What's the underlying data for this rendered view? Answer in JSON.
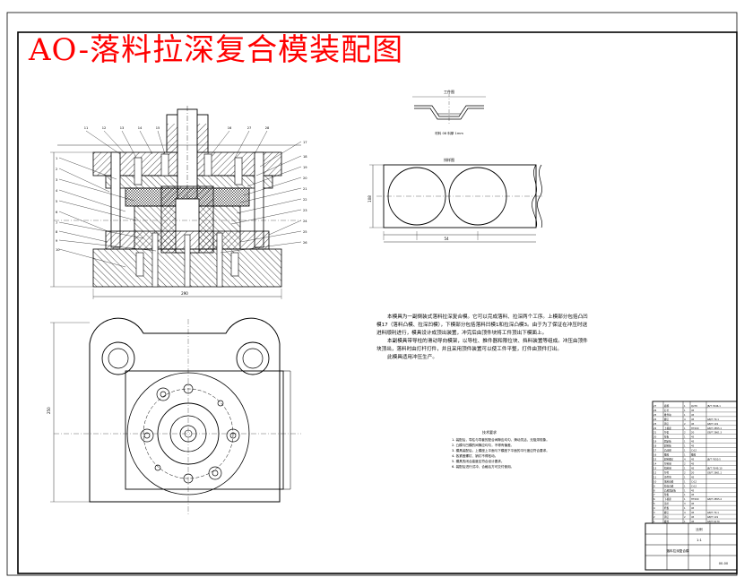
{
  "drawing": {
    "title": "AO-落料拉深复合模装配图"
  },
  "description": {
    "paragraphs": [
      "本模具为一副倒装式落料拉深复合模。它可以完成落料、拉深两个工序。上模部分包括凸凹模17（落料凸模、拉深凹模），下模部分包括落料凹模1和拉深凸模3。由于为了保证在冲压时送进料顺利进行，模具设计成顶出装置，冲完后由顶件块将工件顶出下模面上。",
      "本副模具带导柱的滑动导向模架，以导柱、推件器和限位块、挡料装置等组成。冲压由顶件块顶出，落料时由打杆打件，并且采用顶件装置可以使工件平整，打件由顶件打出。",
      "此模具适用冲压生产。"
    ]
  },
  "tech_requirements": {
    "title": "技术要求",
    "items": [
      "1. 装配后，导柱与导套的配合间隙应均匀，滑动灵活，无阻滞现象。",
      "2. 凸模与凹模的间隙应均匀，不得有偏差。",
      "3. 模具装配后，上模座上平面与下模座下平面的平行度应符合要求。",
      "4. 各紧固螺钉、销钉不得松动。",
      "5. 模具的闭合高度应符合设计要求。",
      "6. 装配后进行试冲，合格后方可交付使用。"
    ]
  },
  "views": {
    "part_label": "工件图",
    "part_caption": "材料 08  料厚 1mm",
    "layout_label": "排样图",
    "width_dim": "108",
    "pitch_dim": "54",
    "base_dim": "290",
    "plan_dim": "250",
    "part_numbers_left": [
      "1",
      "2",
      "3",
      "4",
      "5",
      "6",
      "7",
      "8",
      "9",
      "10"
    ],
    "part_numbers_right": [
      "17",
      "18",
      "19",
      "20",
      "21",
      "22",
      "23",
      "24",
      "25",
      "26"
    ],
    "part_numbers_top": [
      "11",
      "12",
      "13",
      "14",
      "15",
      "16",
      "27",
      "28"
    ]
  },
  "title_block": {
    "main_label": "落料拉深复合模",
    "drawing_no": "00-00",
    "scale_label": "比例",
    "scale_value": "1:1"
  },
  "bom": {
    "rows": [
      {
        "no": "27",
        "name": "模柄",
        "qty": "1",
        "mat": "Q235",
        "remark": "JB/T 7646.1"
      },
      {
        "no": "26",
        "name": "打杆",
        "qty": "1",
        "mat": "45",
        "remark": ""
      },
      {
        "no": "25",
        "name": "推件块",
        "qty": "1",
        "mat": "45",
        "remark": ""
      },
      {
        "no": "24",
        "name": "螺钉",
        "qty": "4",
        "mat": "45",
        "remark": "GB/T 70.1"
      },
      {
        "no": "23",
        "name": "销钉",
        "qty": "2",
        "mat": "45",
        "remark": "GB/T 119"
      },
      {
        "no": "22",
        "name": "上模座",
        "qty": "1",
        "mat": "HT200",
        "remark": "GB/T 2855.1"
      },
      {
        "no": "21",
        "name": "导套",
        "qty": "2",
        "mat": "20",
        "remark": "GB/T 2861.3"
      },
      {
        "no": "20",
        "name": "垫板",
        "qty": "1",
        "mat": "45",
        "remark": ""
      },
      {
        "no": "19",
        "name": "固定板",
        "qty": "1",
        "mat": "45",
        "remark": ""
      },
      {
        "no": "18",
        "name": "卸料板",
        "qty": "1",
        "mat": "45",
        "remark": ""
      },
      {
        "no": "17",
        "name": "凸凹模",
        "qty": "1",
        "mat": "Cr12",
        "remark": ""
      },
      {
        "no": "16",
        "name": "橡胶",
        "qty": "1",
        "mat": "橡胶",
        "remark": ""
      },
      {
        "no": "15",
        "name": "卸料螺钉",
        "qty": "4",
        "mat": "45",
        "remark": "JB/T 7650.5"
      },
      {
        "no": "14",
        "name": "导料销",
        "qty": "2",
        "mat": "45",
        "remark": ""
      },
      {
        "no": "13",
        "name": "挡料销",
        "qty": "1",
        "mat": "45",
        "remark": "JB/T 7649.10"
      },
      {
        "no": "12",
        "name": "导柱",
        "qty": "2",
        "mat": "20",
        "remark": "GB/T 2861.1"
      },
      {
        "no": "11",
        "name": "顶件块",
        "qty": "1",
        "mat": "45",
        "remark": ""
      },
      {
        "no": "10",
        "name": "落料凹模",
        "qty": "1",
        "mat": "Cr12",
        "remark": ""
      },
      {
        "no": "9",
        "name": "拉深凸模",
        "qty": "1",
        "mat": "Cr12",
        "remark": ""
      },
      {
        "no": "8",
        "name": "凸模固定板",
        "qty": "1",
        "mat": "45",
        "remark": ""
      },
      {
        "no": "7",
        "name": "垫板",
        "qty": "1",
        "mat": "45",
        "remark": ""
      },
      {
        "no": "6",
        "name": "下模座",
        "qty": "1",
        "mat": "HT200",
        "remark": "GB/T 2855.2"
      },
      {
        "no": "5",
        "name": "顶杆",
        "qty": "3",
        "mat": "45",
        "remark": ""
      },
      {
        "no": "4",
        "name": "托板",
        "qty": "1",
        "mat": "45",
        "remark": ""
      },
      {
        "no": "3",
        "name": "螺钉",
        "qty": "4",
        "mat": "45",
        "remark": "GB/T 70.1"
      },
      {
        "no": "2",
        "name": "销钉",
        "qty": "2",
        "mat": "45",
        "remark": "GB/T 119"
      },
      {
        "no": "1",
        "name": "螺母",
        "qty": "1",
        "mat": "45",
        "remark": "GB/T 6170"
      }
    ]
  }
}
